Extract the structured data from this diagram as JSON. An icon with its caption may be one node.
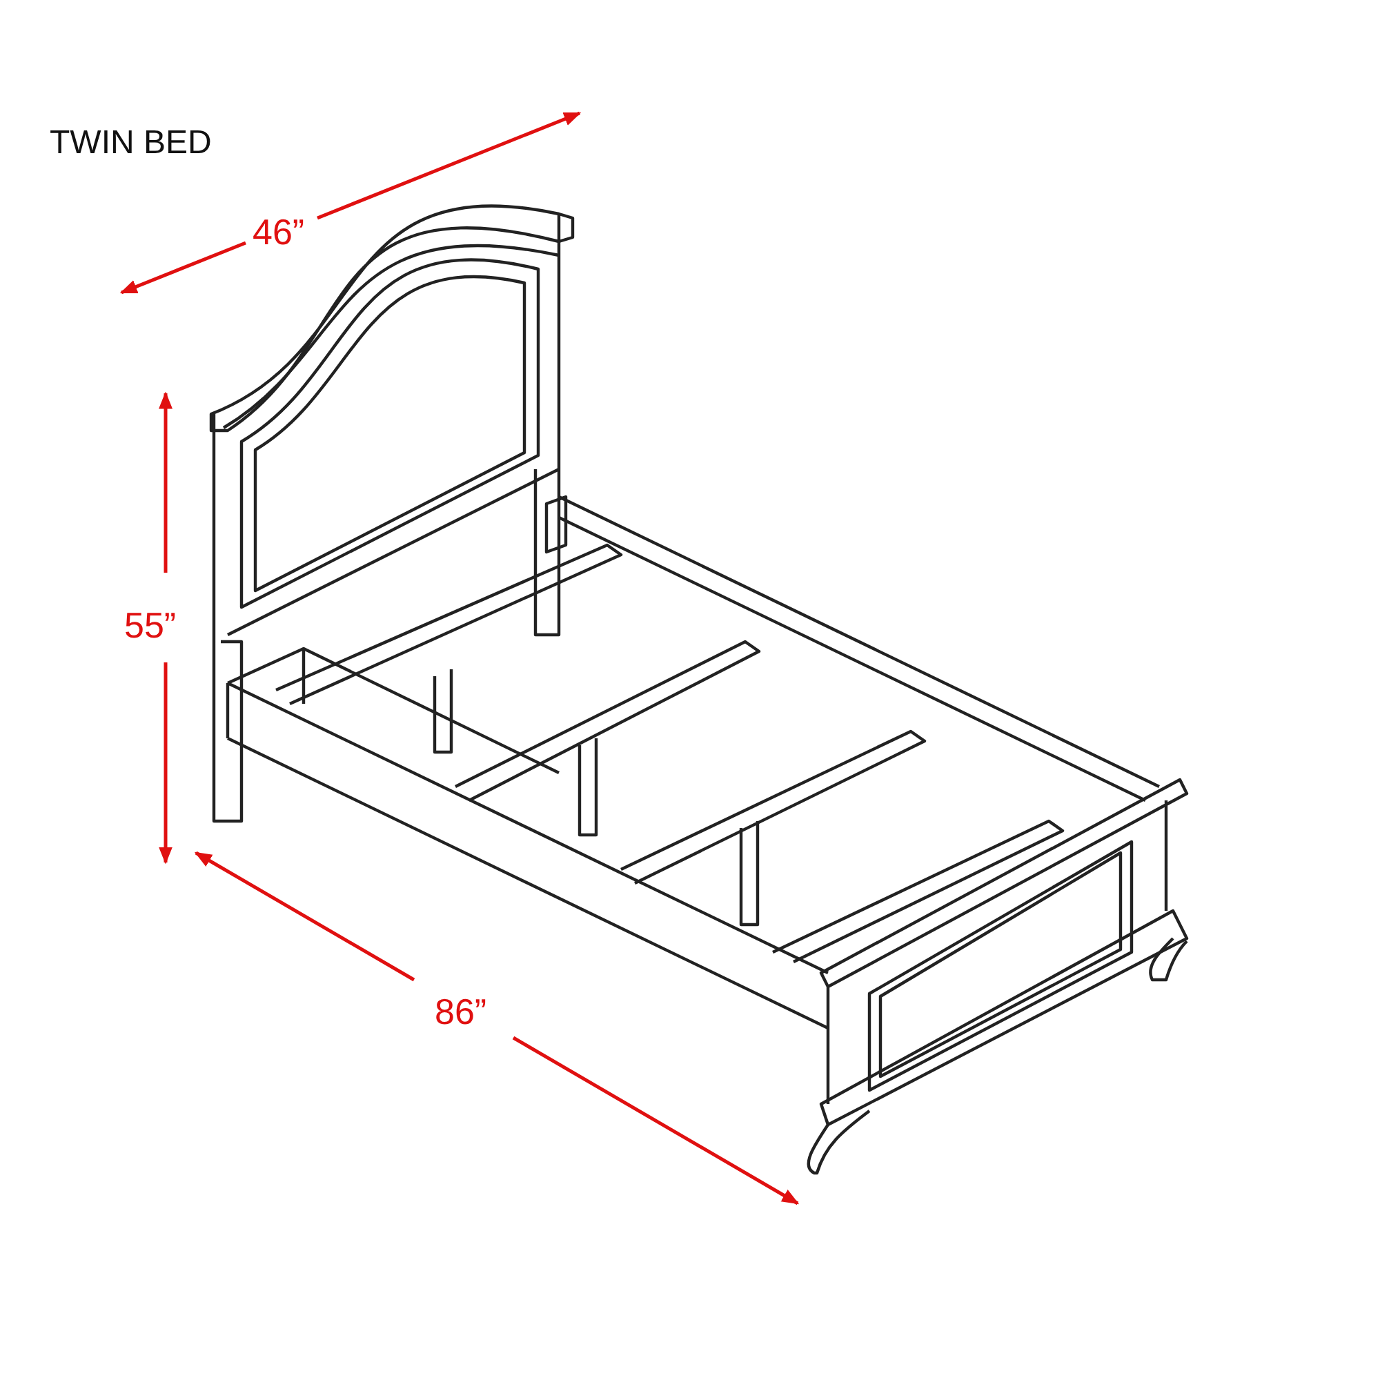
{
  "diagram": {
    "title": "TWIN BED",
    "labels": [
      "46”",
      "55”",
      "86”"
    ]
  }
}
